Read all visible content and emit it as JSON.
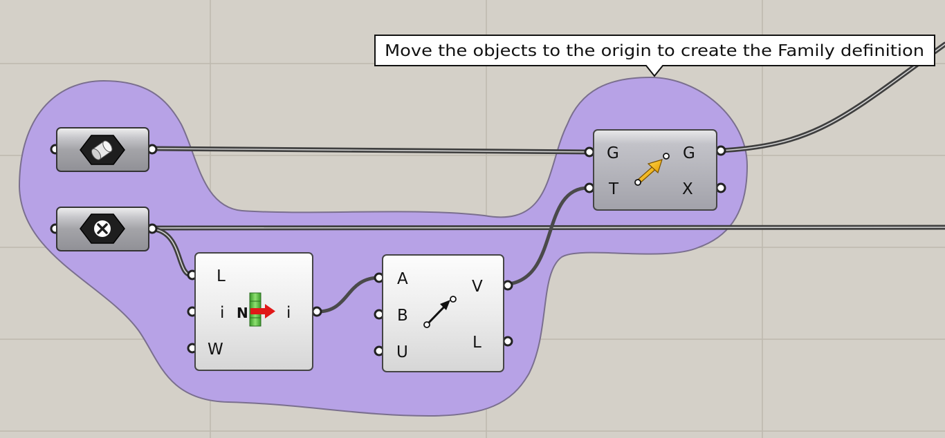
{
  "canvas": {
    "background_color": "#d4d0c8",
    "grid_color": "#bdb8ae",
    "group_fill": "#b7a2e6",
    "group_stroke": "#7a6f8e",
    "wire_color": "#4a4a4a"
  },
  "tooltip": {
    "text": "Move the objects to the origin to create the Family definition"
  },
  "components": {
    "geometry_param": {
      "icon": "cylinder-icon"
    },
    "cancel_param": {
      "icon": "close-icon"
    },
    "list_item": {
      "icon": "list-item-icon",
      "icon_text": "N",
      "inputs": [
        "L",
        "i",
        "W"
      ],
      "outputs": [
        "i"
      ]
    },
    "vector_2pt": {
      "icon": "vector-two-point-icon",
      "inputs": [
        "A",
        "B",
        "U"
      ],
      "outputs": [
        "V",
        "L"
      ]
    },
    "move": {
      "icon": "move-arrow-icon",
      "inputs": [
        "G",
        "T"
      ],
      "outputs": [
        "G",
        "X"
      ]
    }
  }
}
